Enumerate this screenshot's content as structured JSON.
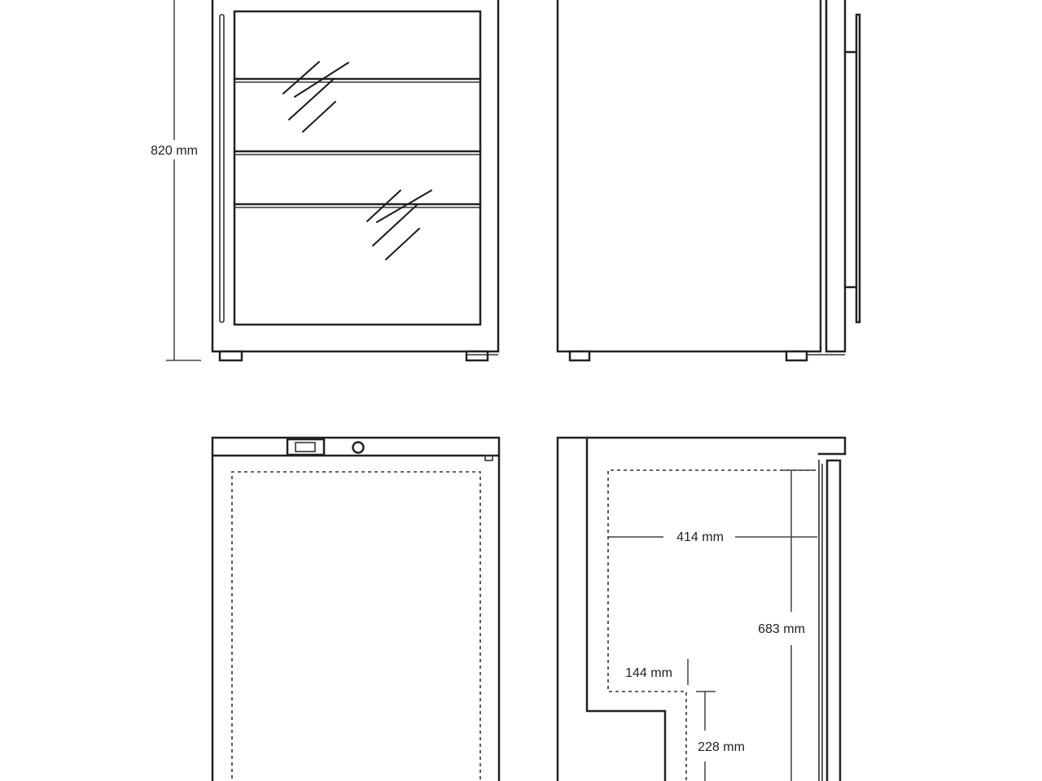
{
  "colors": {
    "line": "#222222",
    "background": "#ffffff",
    "text": "#222222"
  },
  "dimensions": {
    "total_height": "820 mm",
    "interior_depth": "414 mm",
    "interior_height": "683 mm",
    "compressor_step_depth": "144 mm",
    "compressor_step_height": "228 mm"
  }
}
